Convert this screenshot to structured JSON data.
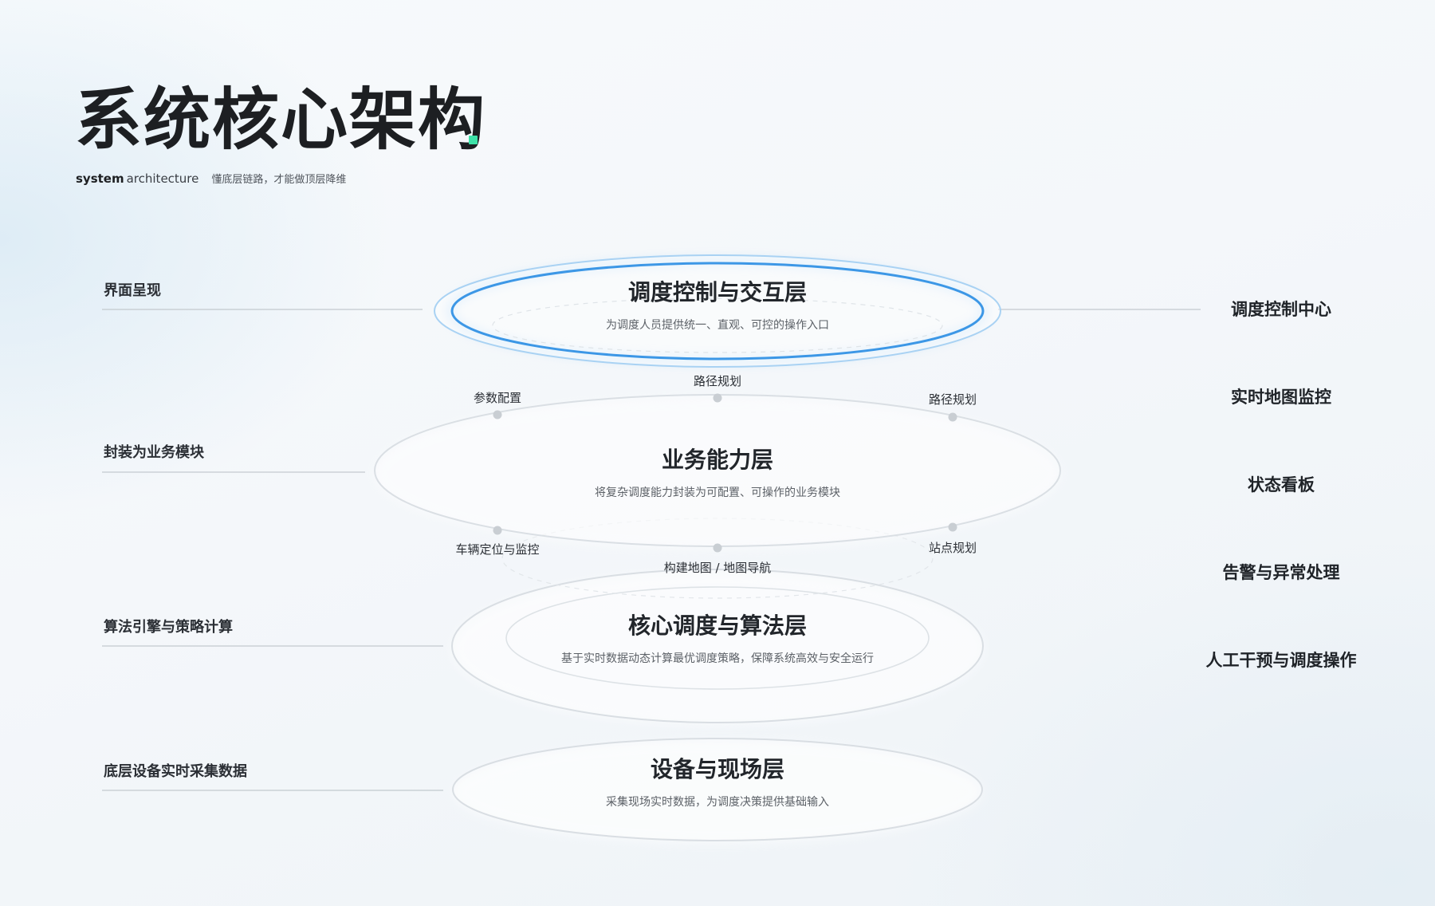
{
  "header": {
    "title": "系统核心架构",
    "subtitle_en_bold": "system",
    "subtitle_en_light": "architecture",
    "subtitle_cn": "懂底层链路，才能做顶层降维"
  },
  "left_labels": [
    "界面呈现",
    "封装为业务模块",
    "算法引擎与策略计算",
    "底层设备实时采集数据"
  ],
  "layers": [
    {
      "title": "调度控制与交互层",
      "desc": "为调度人员提供统一、直观、可控的操作入口"
    },
    {
      "title": "业务能力层",
      "desc": "将复杂调度能力封装为可配置、可操作的业务模块"
    },
    {
      "title": "核心调度与算法层",
      "desc": "基于实时数据动态计算最优调度策略，保障系统高效与安全运行"
    },
    {
      "title": "设备与现场层",
      "desc": "采集现场实时数据，为调度决策提供基础输入"
    }
  ],
  "nodes": {
    "top": [
      "参数配置",
      "路径规划",
      "路径规划"
    ],
    "bottom": [
      "车辆定位与监控",
      "构建地图 / 地图导航",
      "站点规划"
    ]
  },
  "right_labels": [
    "调度控制中心",
    "实时地图监控",
    "状态看板",
    "告警与异常处理",
    "人工干预与调度操作"
  ],
  "colors": {
    "accent_blue": "#3c97e6",
    "accent_green": "#3ee2a8",
    "ring_grey": "#d7dde2",
    "node_grey": "#c9ced3"
  }
}
